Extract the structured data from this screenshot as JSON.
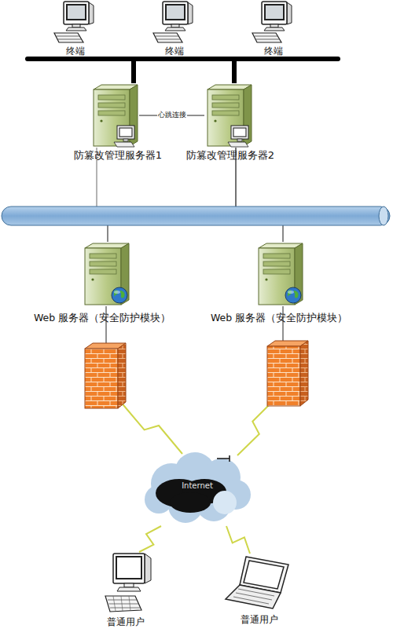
{
  "diagram": {
    "nodes": [
      {
        "text": [
          "终端"
        ]
      },
      {
        "text": [
          "终端"
        ]
      },
      {
        "text": [
          "终端"
        ]
      },
      {
        "text": [
          "防篡改管理服务器1"
        ]
      },
      {
        "text": [
          "防篡改管理服务器2"
        ]
      },
      {
        "text": [
          "Web 服务器（安全防护模块）"
        ]
      },
      {
        "text": [
          "Web 服务器（安全防护模块）"
        ]
      },
      {
        "text": [
          "Internet"
        ]
      },
      {
        "text": [
          "普通用户"
        ]
      },
      {
        "text": [
          "普通用户"
        ]
      }
    ],
    "edges": [
      {
        "from": 0,
        "to": 3,
        "arrow": "none"
      },
      {
        "from": 0,
        "to": 4,
        "arrow": "none"
      },
      {
        "from": 1,
        "to": 3,
        "arrow": "none"
      },
      {
        "from": 1,
        "to": 4,
        "arrow": "none"
      },
      {
        "from": 2,
        "to": 3,
        "arrow": "none"
      },
      {
        "from": 2,
        "to": 4,
        "arrow": "none"
      },
      {
        "from": 3,
        "to": 4,
        "label": "心跳连接",
        "arrow": "none"
      },
      {
        "from": 3,
        "to": 5,
        "arrow": "none"
      },
      {
        "from": 3,
        "to": 6,
        "arrow": "none"
      },
      {
        "from": 4,
        "to": 5,
        "arrow": "none"
      },
      {
        "from": 4,
        "to": 6,
        "arrow": "none"
      },
      {
        "from": 5,
        "to": 7,
        "arrow": "none"
      },
      {
        "from": 6,
        "to": 7,
        "arrow": "none"
      },
      {
        "from": 7,
        "to": 8,
        "arrow": "none"
      },
      {
        "from": 7,
        "to": 9,
        "arrow": "none"
      }
    ]
  }
}
